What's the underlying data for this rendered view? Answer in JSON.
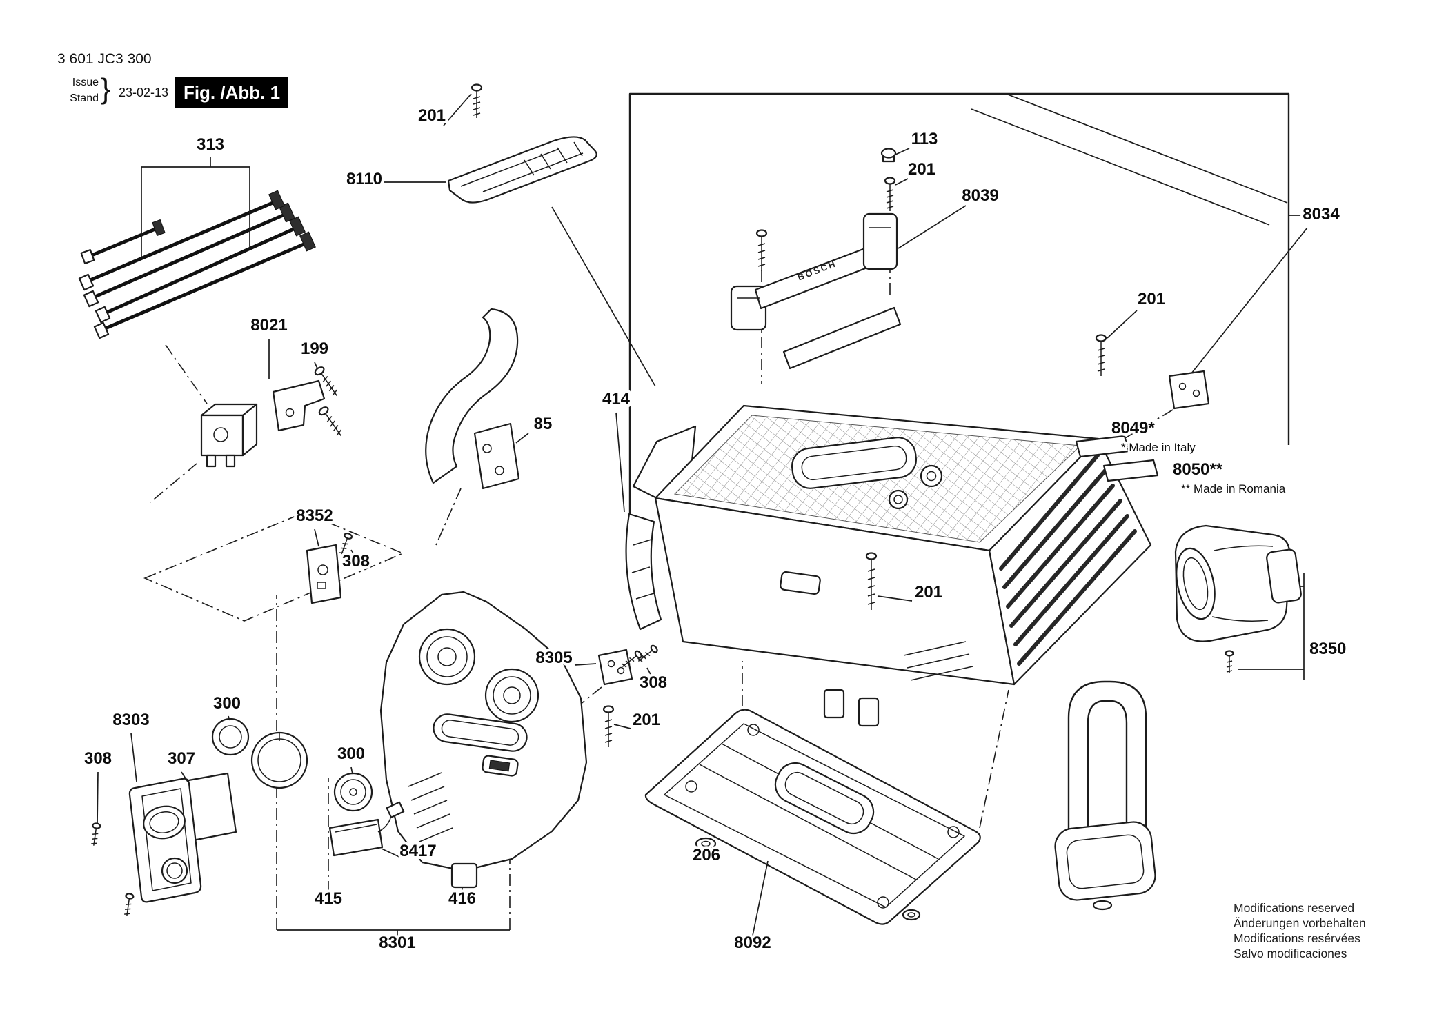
{
  "meta": {
    "type_number": "3 601 JC3 300",
    "issue_label": "Issue",
    "stand_label": "Stand",
    "brace": "}",
    "issue_date": "23-02-13",
    "figure_label": "Fig. /Abb. 1"
  },
  "annotations": {
    "handle_logo": "BOSCH",
    "made_in_italy": "* Made in Italy",
    "made_in_romania": "** Made in Romania"
  },
  "footer": {
    "lines": [
      "Modifications reserved",
      "Änderungen vorbehalten",
      "Modifications resérvées",
      "Salvo modificaciones"
    ]
  },
  "labels": [
    {
      "id": "313-wire-harness",
      "text": "313"
    },
    {
      "id": "201-screw-top-bracket",
      "text": "201"
    },
    {
      "id": "8110-bracket",
      "text": "8110"
    },
    {
      "id": "113-button",
      "text": "113"
    },
    {
      "id": "201-screw-handle",
      "text": "201"
    },
    {
      "id": "8039-carry-handle",
      "text": "8039"
    },
    {
      "id": "8034-housing",
      "text": "8034"
    },
    {
      "id": "201-screw-right",
      "text": "201"
    },
    {
      "id": "8021-switch",
      "text": "8021"
    },
    {
      "id": "199-screws-switch",
      "text": "199"
    },
    {
      "id": "414-side-trim",
      "text": "414"
    },
    {
      "id": "85-locking-hook",
      "text": "85"
    },
    {
      "id": "8049-nameplate-italy",
      "text": "8049*"
    },
    {
      "id": "8050-nameplate-romania",
      "text": "8050**"
    },
    {
      "id": "8352-mounting-plate",
      "text": "8352"
    },
    {
      "id": "308-screw-plate",
      "text": "308"
    },
    {
      "id": "201-screw-housing",
      "text": "201"
    },
    {
      "id": "8305-retainer-plate",
      "text": "8305"
    },
    {
      "id": "308-screws-retainer",
      "text": "308"
    },
    {
      "id": "201-screw-panel",
      "text": "201"
    },
    {
      "id": "300-knob-left",
      "text": "300"
    },
    {
      "id": "8303-bezel-frame",
      "text": "8303"
    },
    {
      "id": "308-screw-bezel",
      "text": "308"
    },
    {
      "id": "307-lens",
      "text": "307"
    },
    {
      "id": "300-knob-right",
      "text": "300"
    },
    {
      "id": "8417-plate",
      "text": "8417"
    },
    {
      "id": "415-knob-axis",
      "text": "415"
    },
    {
      "id": "416-panel-axis",
      "text": "416"
    },
    {
      "id": "8301-front-panel-assembly",
      "text": "8301"
    },
    {
      "id": "206-foot-washer",
      "text": "206"
    },
    {
      "id": "8092-bottom-plate",
      "text": "8092"
    },
    {
      "id": "8350-horn",
      "text": "8350"
    }
  ]
}
